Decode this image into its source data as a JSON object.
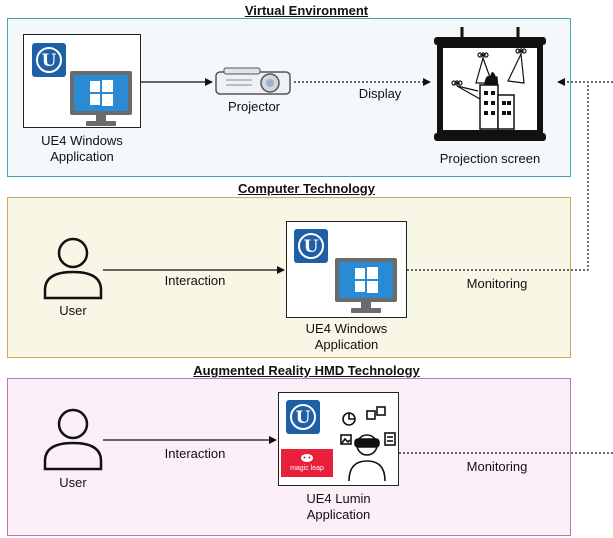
{
  "sections": {
    "virtual": {
      "title": "Virtual Environment",
      "bg": "#f5f8fb",
      "border": "#4aa3b5"
    },
    "computer": {
      "title": "Computer Technology",
      "bg": "#f8f6e5",
      "border": "#d9a35a"
    },
    "ar": {
      "title": "Augmented Reality HMD Technology",
      "bg": "#fbf0f8",
      "border": "#b77ab5"
    }
  },
  "virtual": {
    "app_line1": "UE4 Windows",
    "app_line2": "Application",
    "projector": "Projector",
    "display": "Display",
    "screen": "Projection screen"
  },
  "computer": {
    "user": "User",
    "interaction": "Interaction",
    "app_line1": "UE4 Windows",
    "app_line2": "Application",
    "monitoring": "Monitoring"
  },
  "ar": {
    "user": "User",
    "interaction": "Interaction",
    "app_line1": "UE4 Lumin",
    "app_line2": "Application",
    "monitoring": "Monitoring",
    "magic_leap": "magic leap"
  },
  "colors": {
    "unreal": "#1f5fa8",
    "windows": "#2a8ad4",
    "magic_leap": "#e8203a"
  }
}
